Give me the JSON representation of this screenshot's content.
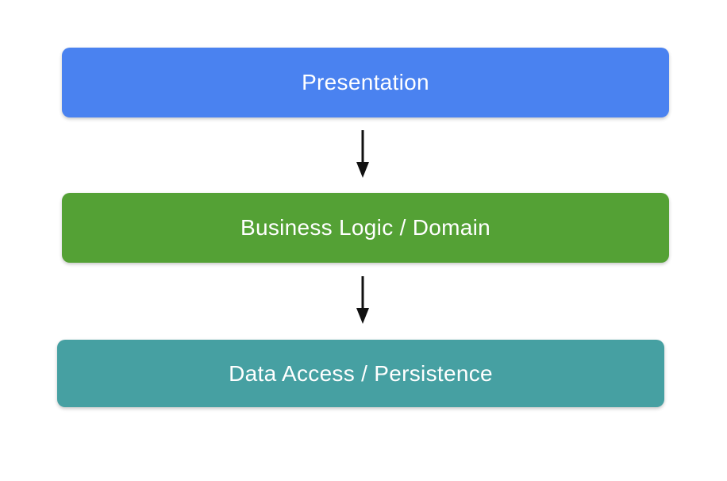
{
  "diagram": {
    "title": "layered-architecture",
    "layers": [
      {
        "label": "Presentation",
        "color": "#4A82F0",
        "text_color": "#ffffff"
      },
      {
        "label": "Business Logic / Domain",
        "color": "#54A135",
        "text_color": "#ffffff"
      },
      {
        "label": "Data Access / Persistence",
        "color": "#46A0A2",
        "text_color": "#ffffff"
      }
    ],
    "arrows": [
      {
        "from": "Presentation",
        "to": "Business Logic / Domain"
      },
      {
        "from": "Business Logic / Domain",
        "to": "Data Access / Persistence"
      }
    ],
    "arrow_color": "#111111",
    "background_color": "#ffffff"
  }
}
